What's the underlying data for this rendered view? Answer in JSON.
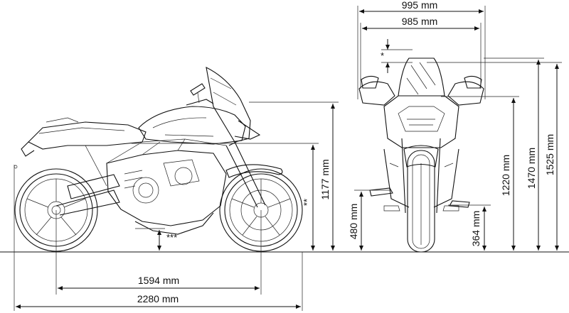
{
  "labels": {
    "width_mirrors": "995 mm",
    "width_handlebar": "985 mm",
    "wheelbase": "1594 mm",
    "length": "2280 mm",
    "seat_height": "1177 mm",
    "height_low": "1220 mm",
    "height_mid": "1470 mm",
    "height_max": "1525 mm",
    "footpeg_height": "480 mm",
    "ground_clearance_front": "364 mm",
    "note_single": "*",
    "note_double": "**",
    "note_triple": "***"
  }
}
